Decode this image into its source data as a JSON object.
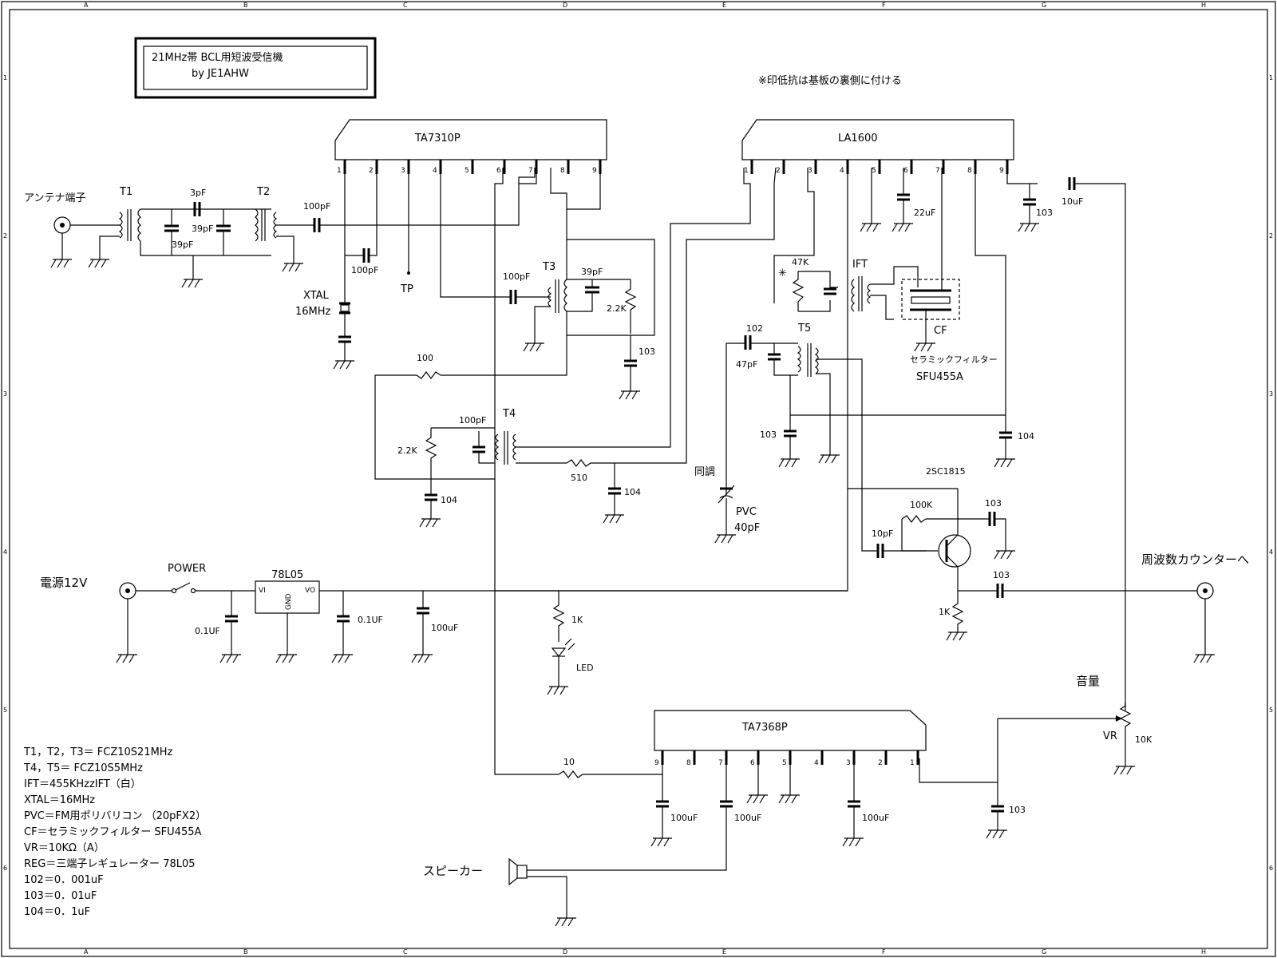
{
  "title_block": {
    "line1": "21MHz帯  BCL用短波受信機",
    "line2": "by   JE1AHW"
  },
  "grid": {
    "cols": [
      "A",
      "B",
      "C",
      "D",
      "E",
      "F",
      "G",
      "H"
    ],
    "rows": [
      "1",
      "2",
      "3",
      "4",
      "5",
      "6"
    ]
  },
  "note": "※印低抗は基板の裏側に付ける",
  "ics": {
    "ta7310p": {
      "label": "TA7310P",
      "pins": [
        "1",
        "2",
        "3",
        "4",
        "5",
        "6",
        "7",
        "8",
        "9"
      ]
    },
    "la1600": {
      "label": "LA1600",
      "pins": [
        "1",
        "2",
        "3",
        "4",
        "5",
        "6",
        "7",
        "8",
        "9"
      ]
    },
    "ta7368p": {
      "label": "TA7368P",
      "pins": [
        "9",
        "8",
        "7",
        "6",
        "5",
        "4",
        "3",
        "2",
        "1"
      ]
    },
    "reg": {
      "label": "78L05",
      "vi": "VI",
      "vo": "VO",
      "gnd": "GND"
    }
  },
  "labels": {
    "antenna": "アンテナ端子",
    "t1": "T1",
    "t2": "T2",
    "t3": "T3",
    "t4": "T4",
    "t5": "T5",
    "c_3pf": "3pF",
    "c_39pf_a": "39pF",
    "c_39pf_b": "39pF",
    "c_39pf_c": "39pF",
    "c_100pf_a": "100pF",
    "c_100pf_b": "100pF",
    "c_100pf_c": "100pF",
    "c_100pf_d": "100pF",
    "xtal": "XTAL",
    "xtal_f": "16MHz",
    "tp": "TP",
    "r_2k2_a": "2.2K",
    "r_2k2_b": "2.2K",
    "c_103_a": "103",
    "r_100": "100",
    "r_510": "510",
    "c_104_a": "104",
    "c_104_b": "104",
    "r_47k": "47K",
    "star": "✳",
    "ift": "IFT",
    "cf": "CF",
    "cf_name": "セラミックフィルター",
    "cf_part": "SFU455A",
    "c_22uf": "22uF",
    "c_10uf": "10uF",
    "c_103_b": "103",
    "c_102": "102",
    "c_47pf": "47pF",
    "c_103_c": "103",
    "c_104_c": "104",
    "tuning": "同調",
    "pvc": "PVC",
    "pvc_v": "40pF",
    "q": "2SC1815",
    "r_100k": "100K",
    "c_103_d": "103",
    "c_10pf": "10pF",
    "c_103_e": "103",
    "r_1k_a": "1K",
    "counter": "周波数カウンターへ",
    "power_in": "電源12V",
    "power": "POWER",
    "c_01_a": "0.1UF",
    "c_01_b": "0.1UF",
    "c_100uf_a": "100uF",
    "r_1k_b": "1K",
    "led": "LED",
    "volume": "音量",
    "vr": "VR",
    "vr_v": "10K",
    "r_10": "10",
    "c_100uf_b": "100uF",
    "c_100uf_c": "100uF",
    "c_100uf_d": "100uF",
    "c_103_f": "103",
    "speaker": "スピーカー"
  },
  "parts_list": [
    "T1，T2，T3＝          FCZ10S21MHz",
    "T4，T5＝        FCZ10S5MHz",
    "IFT＝455KHzzIFT（白）",
    "XTAL＝16MHz",
    "PVC＝FM用ポリバリコン       （20pFX2）",
    "CF＝セラミックフィルター   SFU455A",
    "VR＝10KΩ（A）",
    "REG＝三端子レギュレーター   78L05",
    "102＝0．001uF",
    "103＝0．01uF",
    "104＝0．1uF"
  ]
}
